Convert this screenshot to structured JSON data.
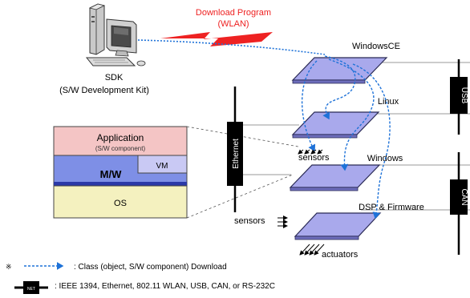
{
  "download": {
    "line1": "Download Program",
    "line2": "(WLAN)"
  },
  "sdk": {
    "name": "SDK",
    "full_name": "(S/W Development Kit)"
  },
  "layers": {
    "windowsce": "WindowsCE",
    "linux": "Linux",
    "windows": "Windows",
    "dsp": "DSP & Firmware"
  },
  "buses": {
    "usb": "USB",
    "ethernet": "Ethernet",
    "can": "CAN"
  },
  "stack": {
    "application": "Application",
    "application_sub": "(S/W component)",
    "middleware": "M/W",
    "vm": "VM",
    "os": "OS"
  },
  "io": {
    "sensors_mid": "sensors",
    "sensors_bottom": "sensors",
    "actuators": "actuators"
  },
  "legend": {
    "asterisk": "※",
    "dashed_arrow_text": ": Class (object, S/W component) Download",
    "net_icon_label": "NET",
    "net_text": ": IEEE 1394, Ethernet, 802.11 WLAN, USB, CAN, or RS-232C"
  },
  "colors": {
    "plate_fill": "#a9a9ec",
    "plate_stroke": "#2a2a55",
    "download_red": "#ee2222",
    "arrow_blue": "#1e72d8",
    "app_pink": "#f4c5c5",
    "mw_blue": "#7e8fe6",
    "vm_lavender": "#c9c9f4",
    "os_yellow": "#f4f1bf",
    "bus_black": "#000000"
  }
}
